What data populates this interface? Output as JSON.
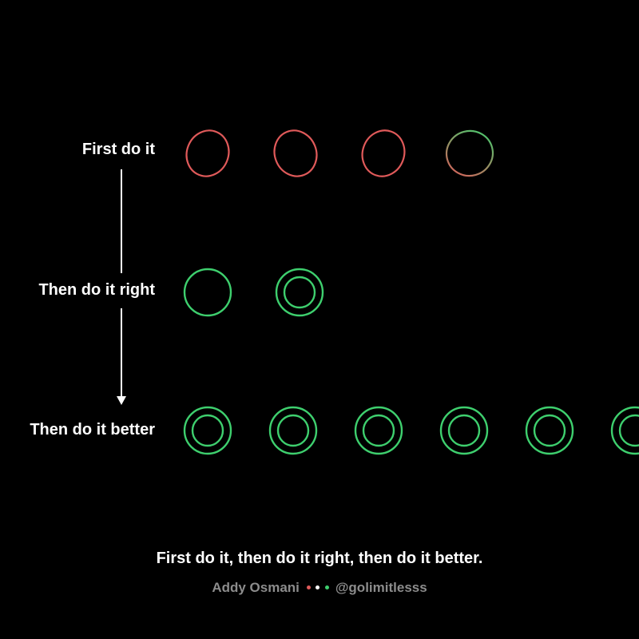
{
  "rows": [
    {
      "label": "First do it",
      "marks": [
        "rough",
        "rough",
        "rough",
        "rough-transition"
      ]
    },
    {
      "label": "Then do it right",
      "marks": [
        "single",
        "double"
      ]
    },
    {
      "label": "Then do it better",
      "marks": [
        "double",
        "double",
        "double",
        "double",
        "double",
        "double"
      ]
    }
  ],
  "quote": "First do it, then do it right, then do it better.",
  "credit": {
    "author": "Addy Osmani",
    "handle": "@golimitlesss",
    "dot_colors": [
      "#e05a5a",
      "#ffffff",
      "#3ecf6e"
    ]
  },
  "colors": {
    "background": "#000000",
    "rough": "#e05a5a",
    "good": "#3ecf6e",
    "arrow": "#ffffff"
  }
}
